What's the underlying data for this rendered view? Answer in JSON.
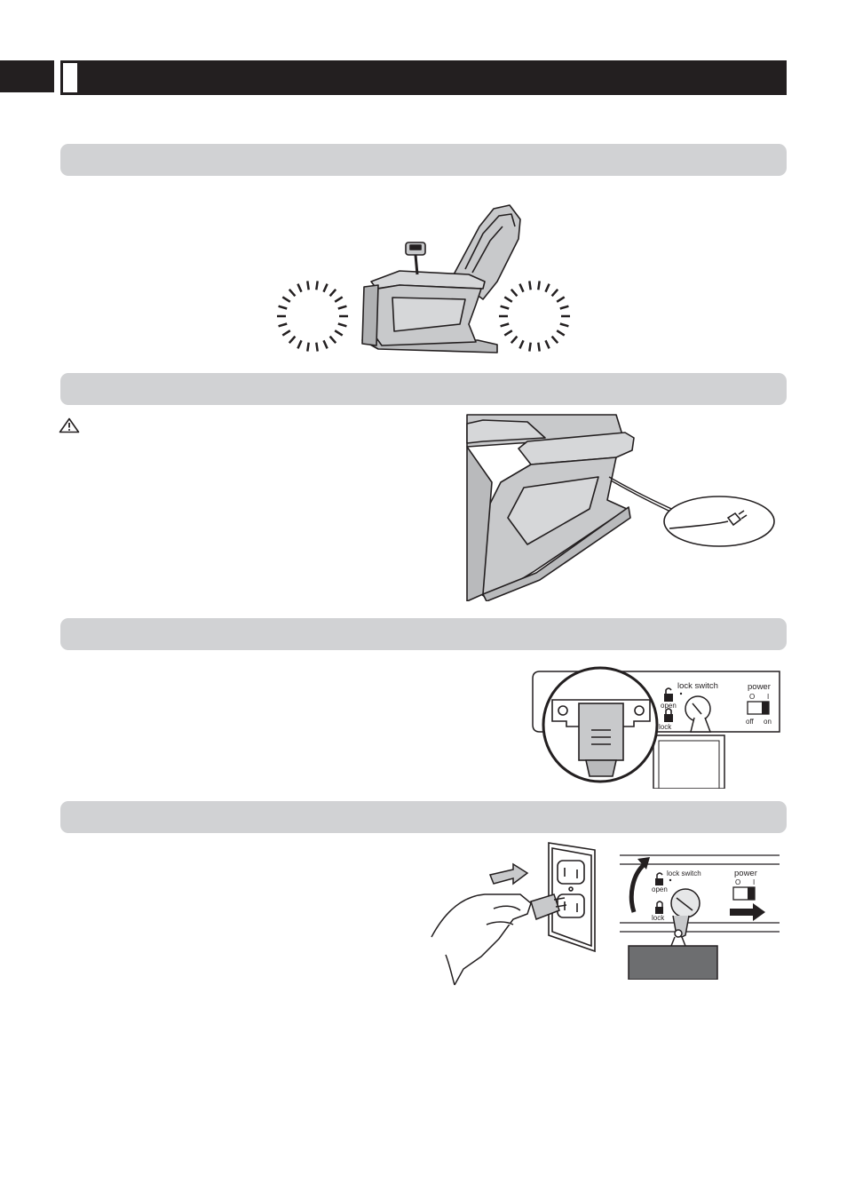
{
  "panel_labels": {
    "lock_switch": "lock switch",
    "open": "open",
    "lock": "lock",
    "power": "power",
    "power_off_symbol": "O",
    "power_on_symbol": "I",
    "off": "off",
    "on": "on"
  },
  "icons": {
    "warning": "warning-triangle-icon"
  },
  "colors": {
    "header": "#231f20",
    "section_bar": "#d1d2d4",
    "chair_fill": "#c8c9cb"
  }
}
